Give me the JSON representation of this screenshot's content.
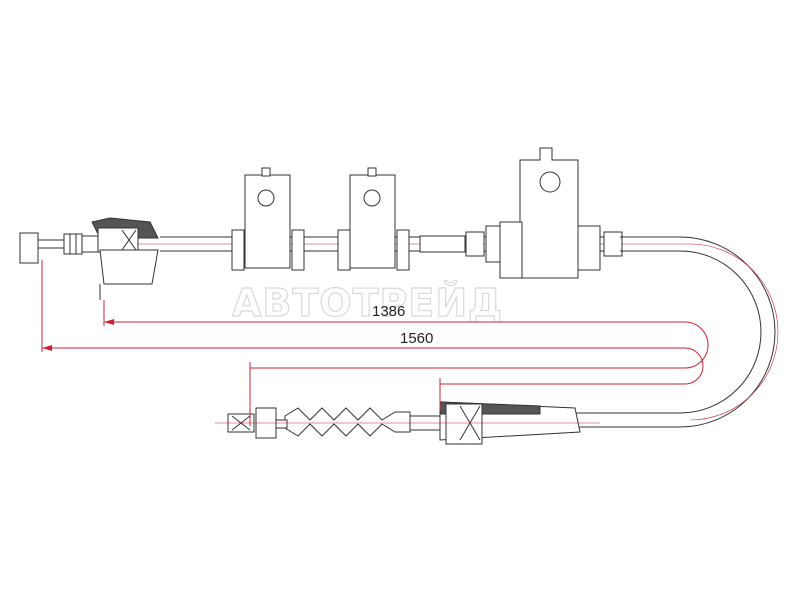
{
  "drawing": {
    "dimensions": [
      {
        "id": "upper",
        "label": "1386"
      },
      {
        "id": "lower",
        "label": "1560"
      }
    ],
    "watermark": "АВТОТРЕЙД",
    "colors": {
      "outline": "#333333",
      "dimension_line": "#cc2233",
      "centerline": "#cc2233",
      "background": "#ffffff"
    }
  }
}
